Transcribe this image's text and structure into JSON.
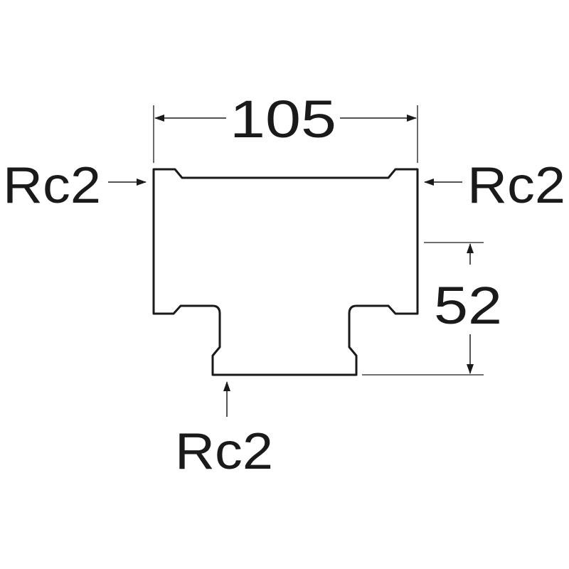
{
  "diagram": {
    "colors": {
      "ink": "#1a1a1a",
      "background": "#ffffff"
    },
    "dimensions": {
      "overall_width": "105",
      "branch_height": "52"
    },
    "ports": {
      "left": "Rc2",
      "right": "Rc2",
      "bottom": "Rc2"
    }
  }
}
